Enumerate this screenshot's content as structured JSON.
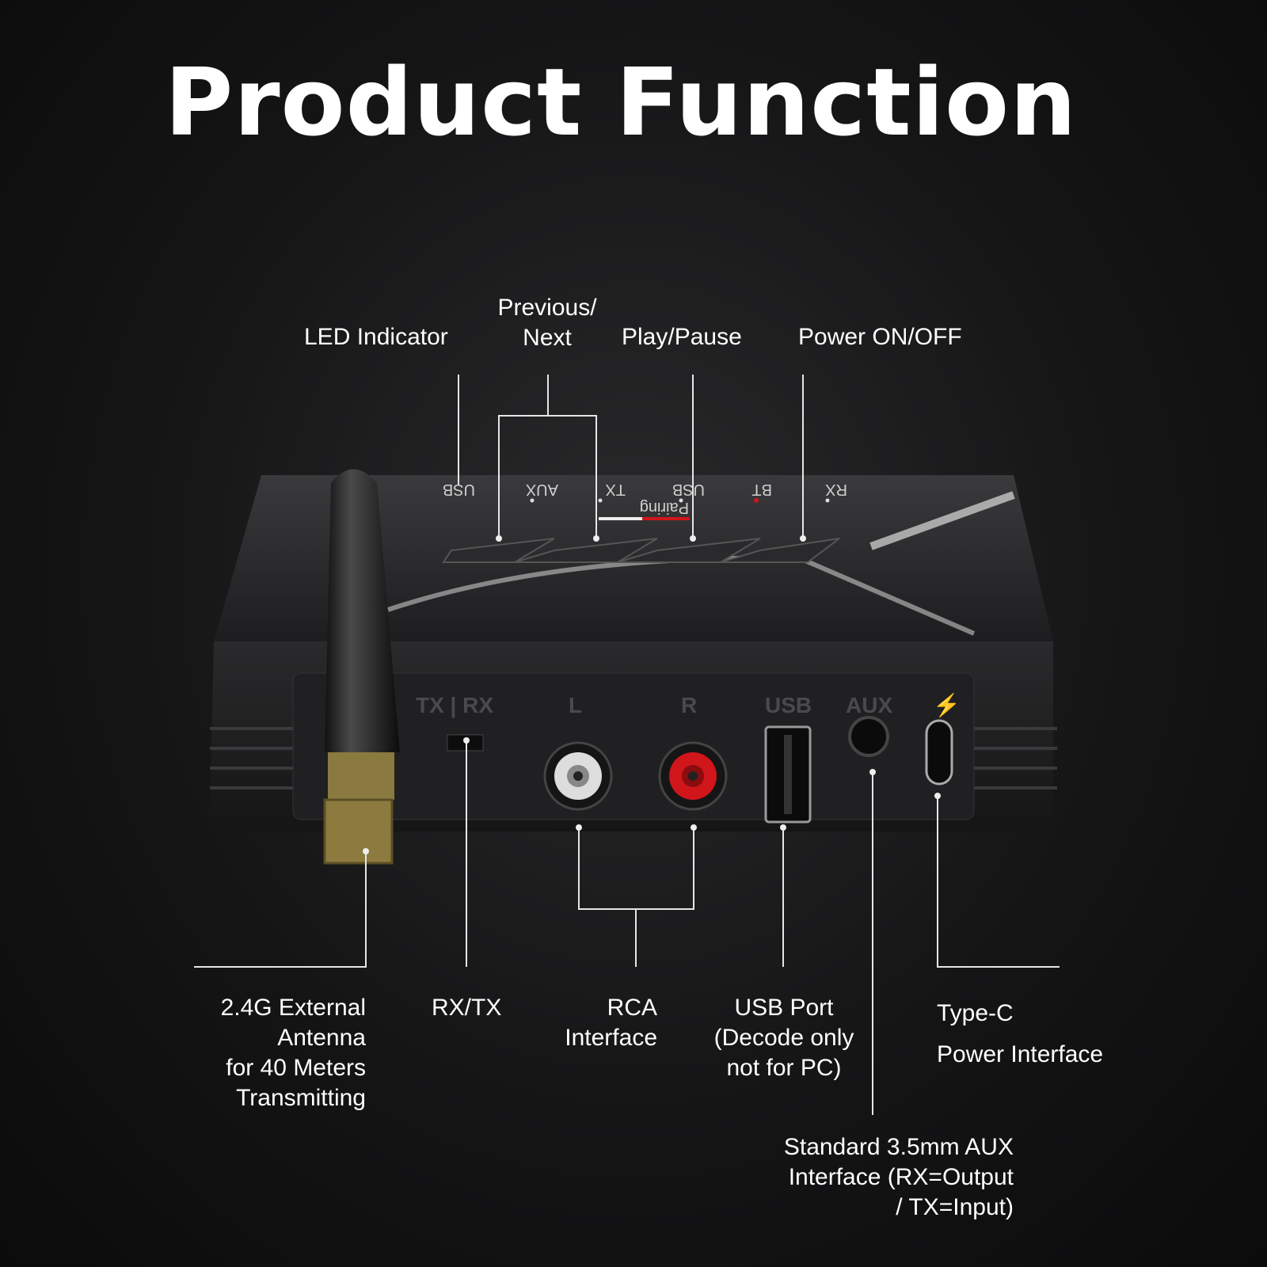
{
  "title": "Product Function",
  "callouts": {
    "led": "LED Indicator",
    "prev_next": [
      "Previous/",
      "Next"
    ],
    "play_pause": "Play/Pause",
    "power": "Power ON/OFF",
    "antenna": [
      "2.4G External",
      "Antenna",
      "for 40 Meters",
      "Transmitting"
    ],
    "rxtx": "RX/TX",
    "rca": [
      "RCA",
      "Interface"
    ],
    "usb": [
      "USB Port",
      "(Decode only",
      "not for PC)"
    ],
    "typec": [
      "Type-C",
      "Power Interface"
    ],
    "aux": [
      "Standard 3.5mm AUX",
      "Interface (RX=Output",
      "/ TX=Input)"
    ]
  },
  "device": {
    "top_labels": [
      "USB",
      "AUX",
      "TX",
      "USB",
      "BT",
      "RX"
    ],
    "pairing": "Pairing",
    "back_labels": {
      "switch": "TX | RX",
      "left": "L",
      "right": "R",
      "usb": "USB",
      "aux": "AUX",
      "power": "⚡"
    },
    "colors": {
      "accent_red": "#d0151b",
      "body": "#1c1c1e"
    }
  }
}
